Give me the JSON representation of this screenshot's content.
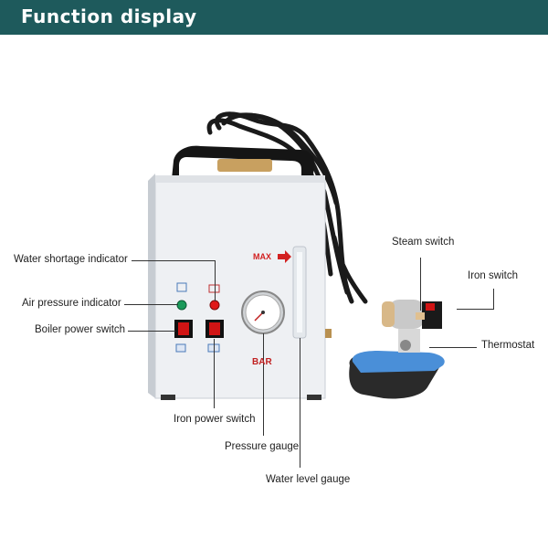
{
  "header": {
    "title": "Function display"
  },
  "machine": {
    "max_label": "MAX",
    "bar_label": "BAR"
  },
  "labels": {
    "water_shortage_indicator": "Water shortage indicator",
    "air_pressure_indicator": "Air pressure indicator",
    "boiler_power_switch": "Boiler power switch",
    "iron_power_switch": "Iron power switch",
    "pressure_gauge": "Pressure gauge",
    "water_level_gauge": "Water level gauge",
    "steam_switch": "Steam switch",
    "iron_switch": "Iron switch",
    "thermostat": "Thermostat"
  },
  "colors": {
    "header_bg": "#1e5a5c",
    "max_red": "#d22020",
    "indicator_green": "#1a9a5a",
    "indicator_red": "#e01818",
    "switch_red": "#d01414",
    "plate_blue": "#4a8fd8"
  }
}
